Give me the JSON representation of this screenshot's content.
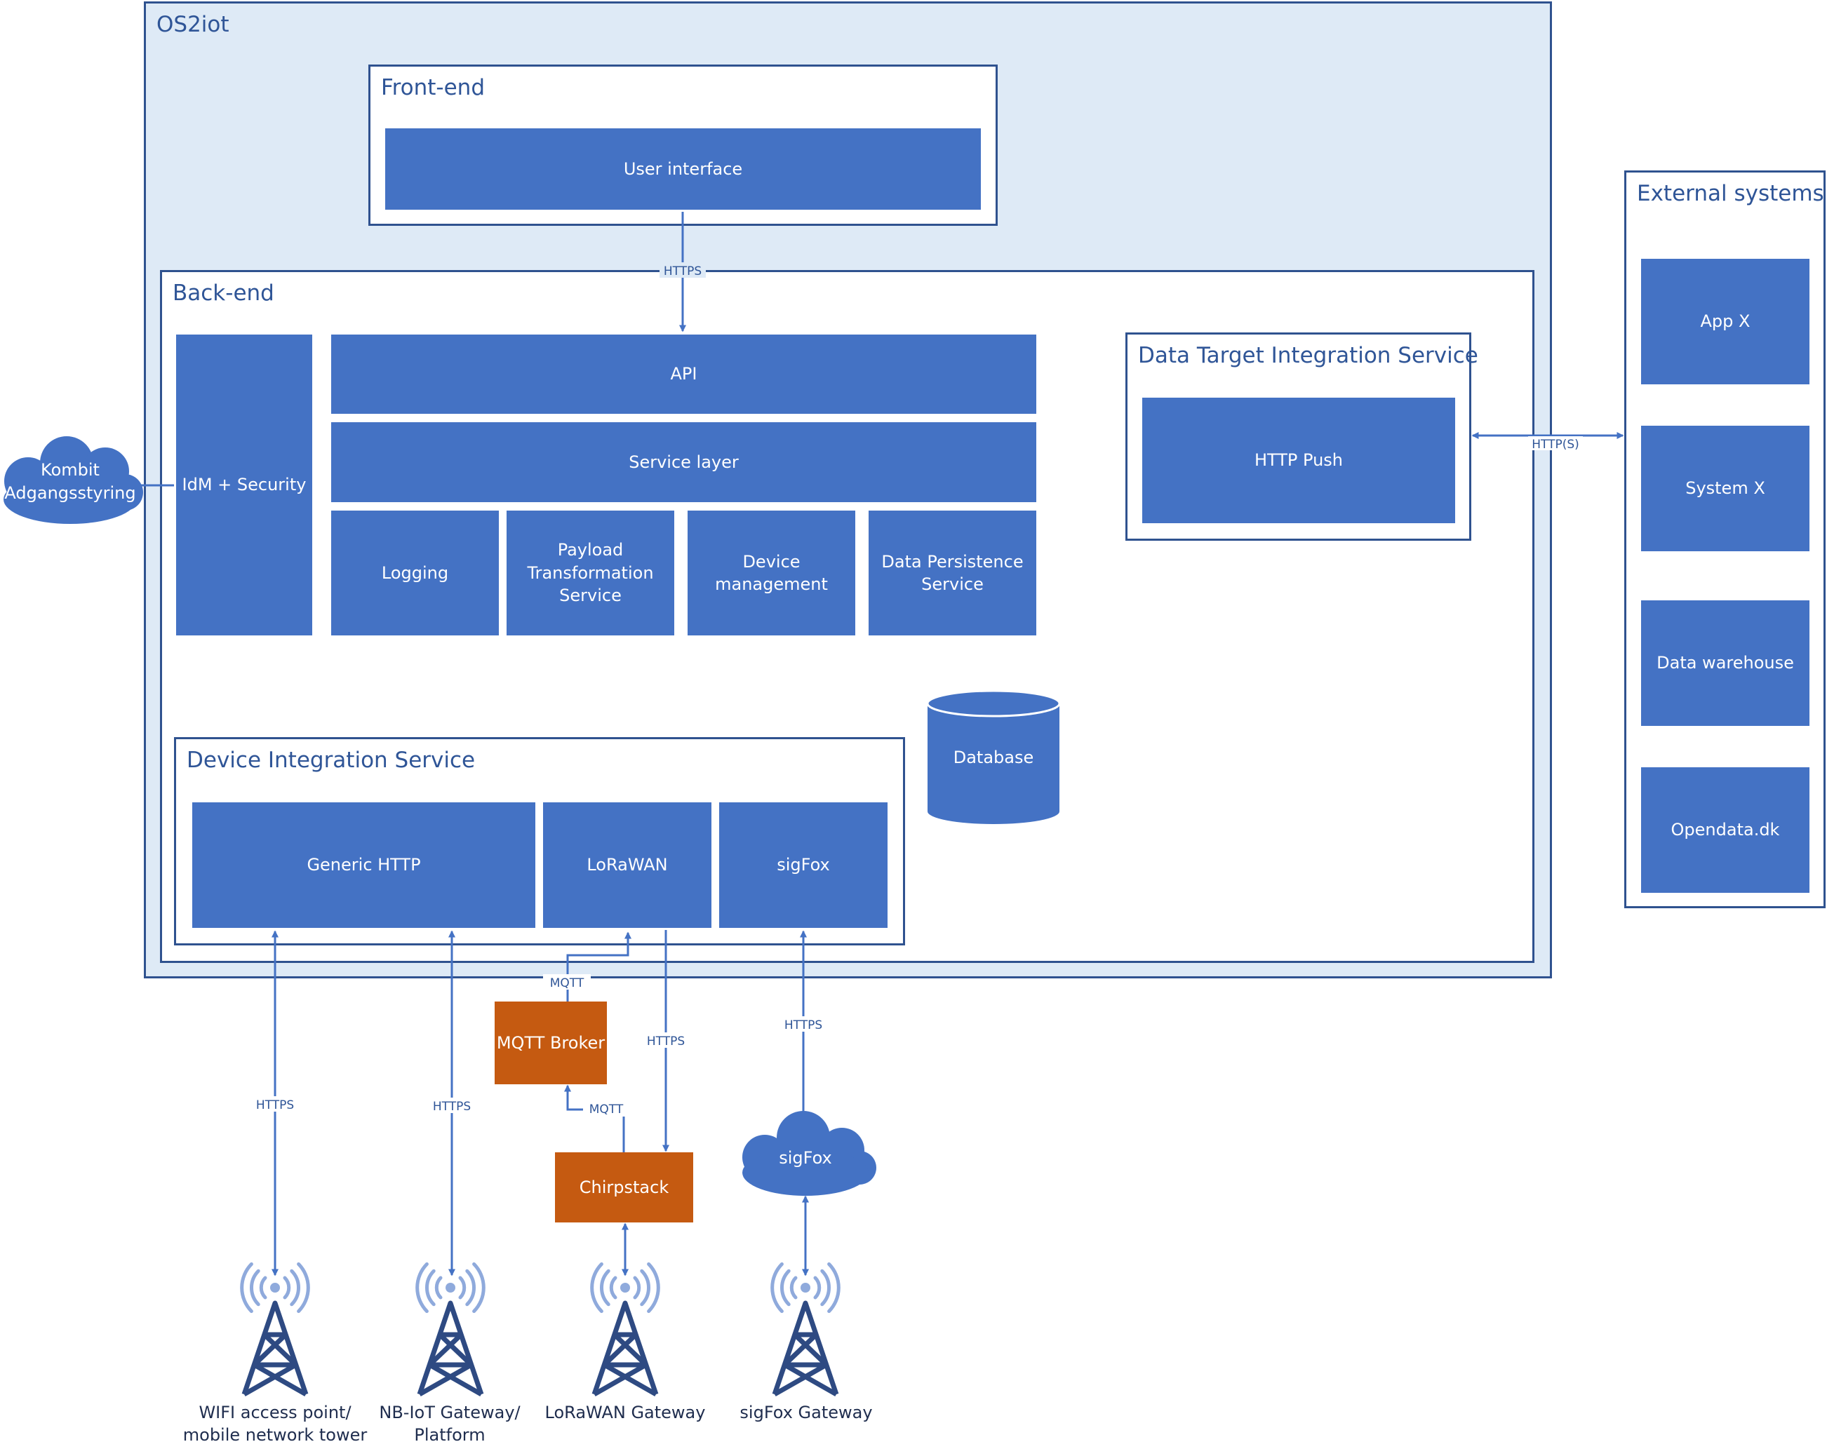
{
  "os2iot": {
    "title": "OS2iot"
  },
  "frontend": {
    "title": "Front-end",
    "user_interface": "User interface"
  },
  "backend": {
    "title": "Back-end",
    "idm": "IdM + Security",
    "api": "API",
    "service_layer": "Service layer",
    "modules": [
      "Logging",
      "Payload\nTransformation\nService",
      "Device\nmanagement",
      "Data Persistence\nService"
    ],
    "database": "Database"
  },
  "data_target": {
    "title": "Data Target Integration Service",
    "http_push": "HTTP Push"
  },
  "device_integration": {
    "title": "Device Integration Service",
    "items": [
      "Generic HTTP",
      "LoRaWAN",
      "sigFox"
    ]
  },
  "external": {
    "title": "External systems",
    "items": [
      "App X",
      "System X",
      "Data warehouse",
      "Opendata.dk"
    ]
  },
  "kombit": {
    "line1": "Kombit",
    "line2": "Adgangsstyring"
  },
  "mqtt_broker": "MQTT Broker",
  "chirpstack": "Chirpstack",
  "sigfox_cloud": "sigFox",
  "connector_labels": {
    "https": "HTTPS",
    "https_s": "HTTP(S)",
    "mqtt": "MQTT"
  },
  "gateways": [
    "WIFI access point/\nmobile network tower",
    "NB-IoT Gateway/\nPlatform",
    "LoRaWAN Gateway",
    "sigFox Gateway"
  ],
  "colors": {
    "block": "#4472c4",
    "outer_fill": "#deeaf6",
    "border": "#2f528f",
    "orange": "#c55a11",
    "text": "#2f5597",
    "tower": "#2e4a82",
    "wave": "#8faadc"
  }
}
